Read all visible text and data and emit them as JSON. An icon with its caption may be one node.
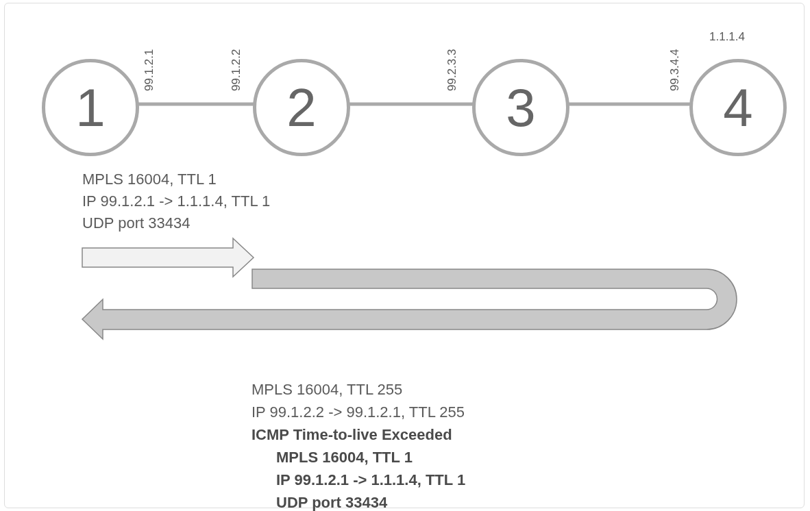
{
  "diagram": {
    "nodes": [
      {
        "text": [
          "1"
        ]
      },
      {
        "text": [
          "2"
        ]
      },
      {
        "text": [
          "3"
        ]
      },
      {
        "text": [
          "4"
        ]
      }
    ],
    "edges": [
      {
        "from": 0,
        "to": 1,
        "arrow": "none"
      },
      {
        "from": 1,
        "to": 2,
        "arrow": "none"
      },
      {
        "from": 2,
        "to": 3,
        "arrow": "none"
      }
    ],
    "labels": [
      "99.1.2.1",
      "99.1.2.2",
      "99.2.3.3",
      "99.3.4.4",
      "1.1.1.4",
      "MPLS 16004, TTL 1",
      "IP 99.1.2.1 -> 1.1.1.4, TTL 1",
      "UDP port 33434",
      "MPLS 16004, TTL 255",
      "IP 99.1.2.2 -> 99.1.2.1, TTL 255",
      "ICMP Time-to-live Exceeded",
      "MPLS 16004, TTL 1",
      "IP 99.1.2.1 -> 1.1.1.4, TTL 1",
      "UDP port 33434"
    ]
  }
}
